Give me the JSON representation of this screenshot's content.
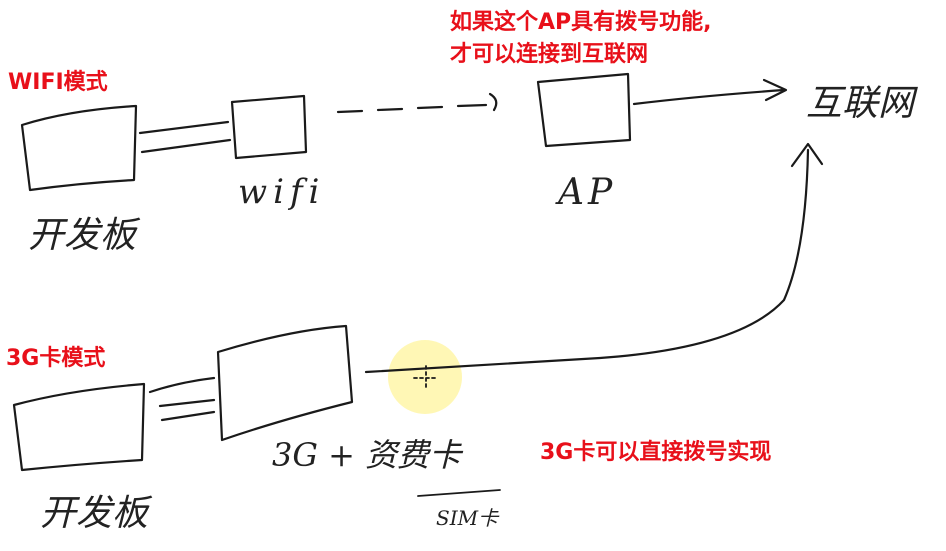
{
  "labels": {
    "wifi_mode": "WIFI模式",
    "g3_mode": "3G卡模式",
    "ap_note_line1": "如果这个AP具有拨号功能,",
    "ap_note_line2": "才可以连接到互联网",
    "g3_note": "3G卡可以直接拨号实现"
  },
  "handwriting": {
    "devboard_top": "开发板",
    "wifi": "wifi",
    "ap": "AP",
    "internet": "互联网",
    "devboard_bottom": "开发板",
    "g3_card": "3G + 资费卡",
    "sim_card": "SIM卡"
  },
  "colors": {
    "label_red": "#e8101a",
    "ink": "#1a1a1a",
    "cursor_highlight": "#fff6a8"
  }
}
